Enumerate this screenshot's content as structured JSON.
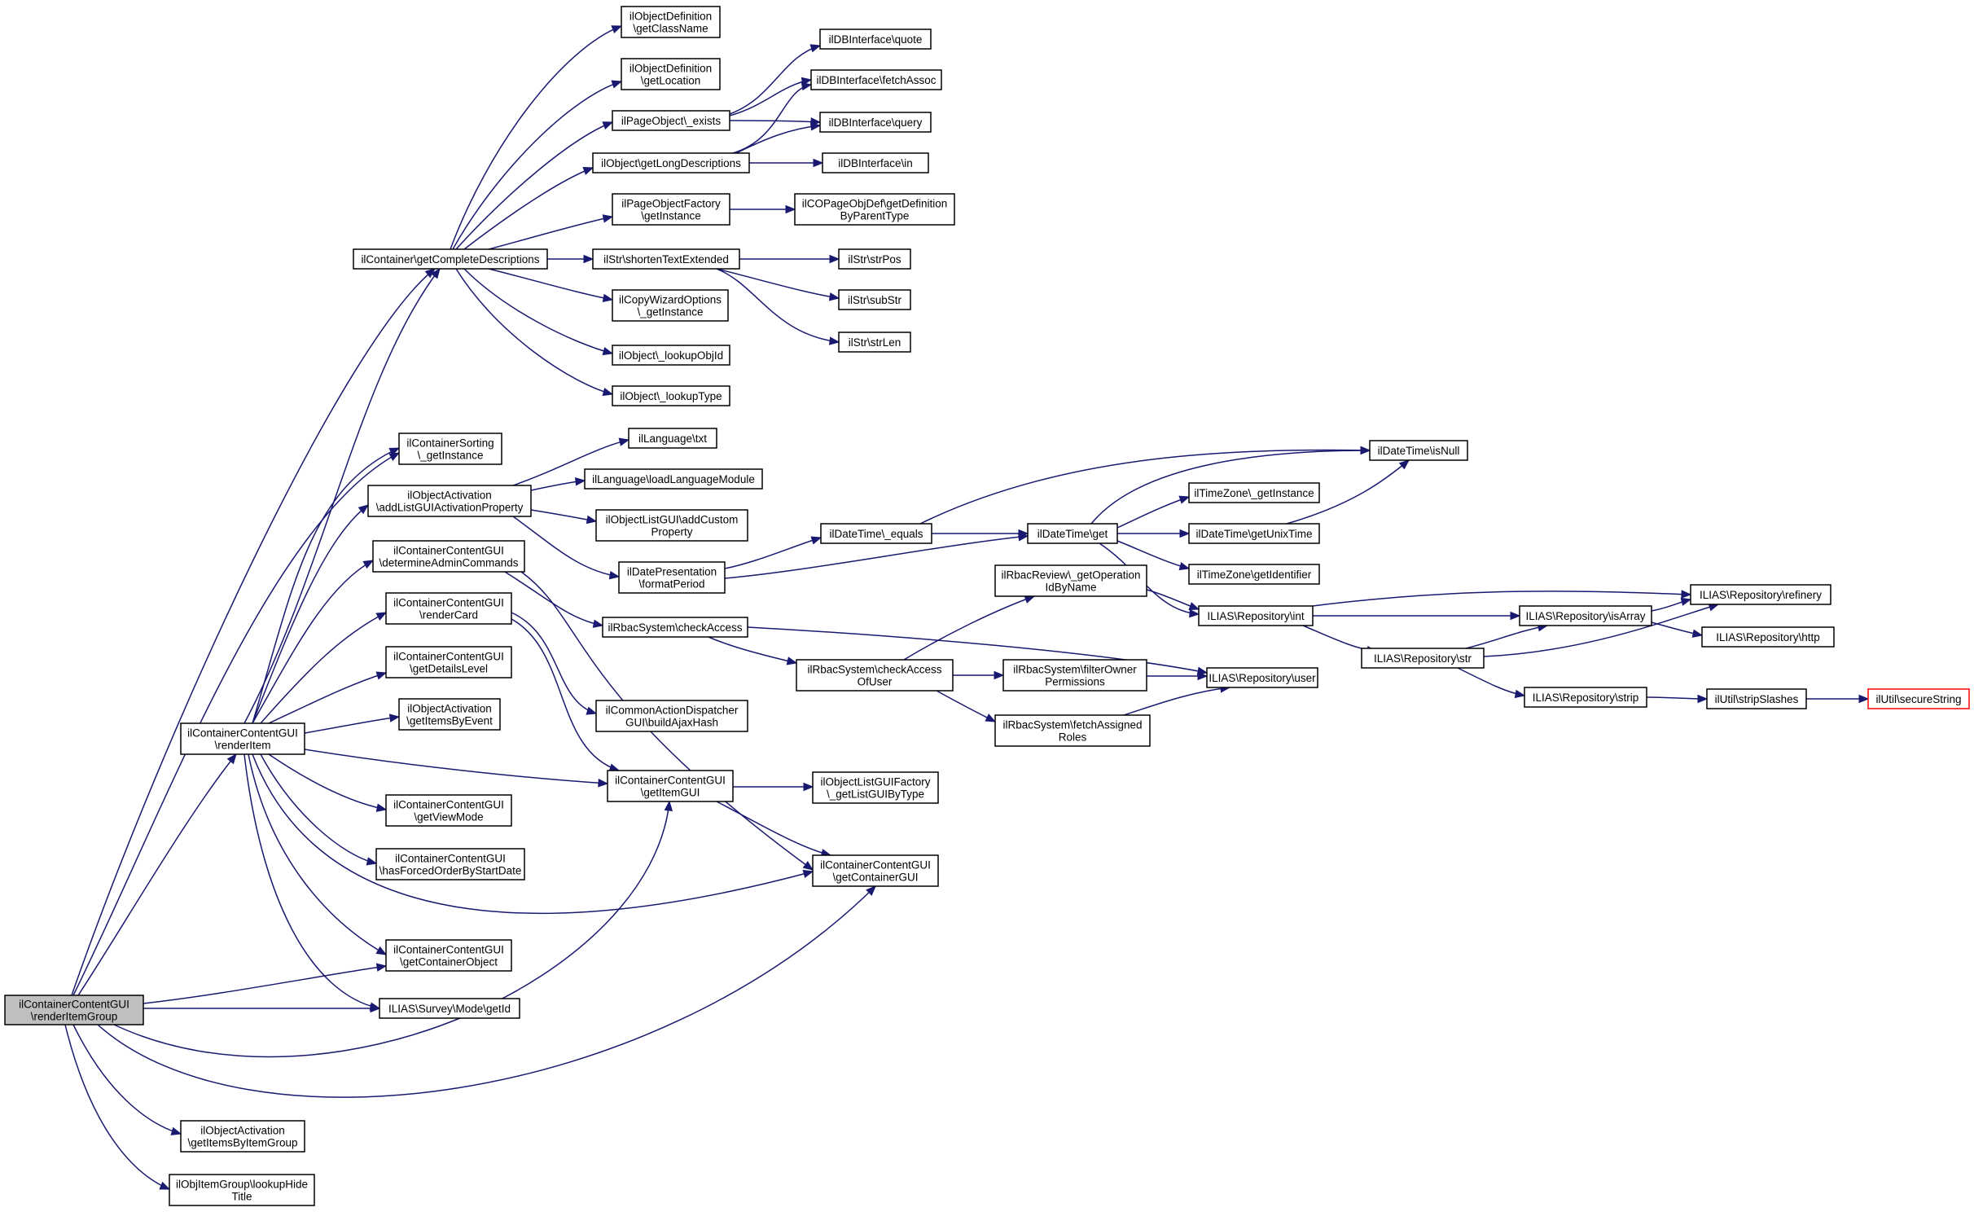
{
  "colors": {
    "edge": "#191970",
    "root_fill": "#bfbfbf",
    "node_fill": "#ffffff",
    "node_stroke": "#000000",
    "truncated_stroke": "#ff0000"
  },
  "nodes": {
    "renderItemGroup": [
      "ilContainerContentGUI",
      "\\renderItemGroup"
    ],
    "getCompleteDescriptions": [
      "ilContainer\\getCompleteDescriptions"
    ],
    "getClassName": [
      "ilObjectDefinition",
      "\\getClassName"
    ],
    "getLocation": [
      "ilObjectDefinition",
      "\\getLocation"
    ],
    "pageExists": [
      "ilPageObject\\_exists"
    ],
    "getLongDescriptions": [
      "ilObject\\getLongDescriptions"
    ],
    "pofGetInstance": [
      "ilPageObjectFactory",
      "\\getInstance"
    ],
    "shortenTextExtended": [
      "ilStr\\shortenTextExtended"
    ],
    "cwoGetInstance": [
      "ilCopyWizardOptions",
      "\\_getInstance"
    ],
    "lookupObjId": [
      "ilObject\\_lookupObjId"
    ],
    "lookupType": [
      "ilObject\\_lookupType"
    ],
    "dbQuote": [
      "ilDBInterface\\quote"
    ],
    "dbFetchAssoc": [
      "ilDBInterface\\fetchAssoc"
    ],
    "dbQuery": [
      "ilDBInterface\\query"
    ],
    "dbIn": [
      "ilDBInterface\\in"
    ],
    "copgGetDef": [
      "ilCOPageObjDef\\getDefinition",
      "ByParentType"
    ],
    "strPos": [
      "ilStr\\strPos"
    ],
    "subStr": [
      "ilStr\\subStr"
    ],
    "strLen": [
      "ilStr\\strLen"
    ],
    "sortingGetInstance": [
      "ilContainerSorting",
      "\\_getInstance"
    ],
    "addListGUIActivation": [
      "ilObjectActivation",
      "\\addListGUIActivationProperty"
    ],
    "determineAdminCommands": [
      "ilContainerContentGUI",
      "\\determineAdminCommands"
    ],
    "renderCard": [
      "ilContainerContentGUI",
      "\\renderCard"
    ],
    "getDetailsLevel": [
      "ilContainerContentGUI",
      "\\getDetailsLevel"
    ],
    "getItemsByEvent": [
      "ilObjectActivation",
      "\\getItemsByEvent"
    ],
    "renderItem": [
      "ilContainerContentGUI",
      "\\renderItem"
    ],
    "getViewMode": [
      "ilContainerContentGUI",
      "\\getViewMode"
    ],
    "hasForcedOrder": [
      "ilContainerContentGUI",
      "\\hasForcedOrderByStartDate"
    ],
    "getContainerObject": [
      "ilContainerContentGUI",
      "\\getContainerObject"
    ],
    "surveyGetId": [
      "ILIAS\\Survey\\Mode\\getId"
    ],
    "getItemsByItemGroup": [
      "ilObjectActivation",
      "\\getItemsByItemGroup"
    ],
    "lookupHideTitle": [
      "ilObjItemGroup\\lookupHide",
      "Title"
    ],
    "langTxt": [
      "ilLanguage\\txt"
    ],
    "loadLanguageModule": [
      "ilLanguage\\loadLanguageModule"
    ],
    "addCustomProperty": [
      "ilObjectListGUI\\addCustom",
      "Property"
    ],
    "formatPeriod": [
      "ilDatePresentation",
      "\\formatPeriod"
    ],
    "rbacCheckAccess": [
      "ilRbacSystem\\checkAccess"
    ],
    "buildAjaxHash": [
      "ilCommonActionDispatcher",
      "GUI\\buildAjaxHash"
    ],
    "getItemGUI": [
      "ilContainerContentGUI",
      "\\getItemGUI"
    ],
    "getListGUIByType": [
      "ilObjectListGUIFactory",
      "\\_getListGUIByType"
    ],
    "getContainerGUI": [
      "ilContainerContentGUI",
      "\\getContainerGUI"
    ],
    "dtEquals": [
      "ilDateTime\\_equals"
    ],
    "dtGet": [
      "ilDateTime\\get"
    ],
    "dtIsNull": [
      "ilDateTime\\isNull"
    ],
    "tzGetInstance": [
      "ilTimeZone\\_getInstance"
    ],
    "dtGetUnixTime": [
      "ilDateTime\\getUnixTime"
    ],
    "tzGetIdentifier": [
      "ilTimeZone\\getIdentifier"
    ],
    "getOperationIdByName": [
      "ilRbacReview\\_getOperation",
      "IdByName"
    ],
    "checkAccessOfUser": [
      "ilRbacSystem\\checkAccess",
      "OfUser"
    ],
    "filterOwnerPermissions": [
      "ilRbacSystem\\filterOwner",
      "Permissions"
    ],
    "fetchAssignedRoles": [
      "ilRbacSystem\\fetchAssigned",
      "Roles"
    ],
    "repoInt": [
      "ILIAS\\Repository\\int"
    ],
    "repoUser": [
      "ILIAS\\Repository\\user"
    ],
    "repoIsArray": [
      "ILIAS\\Repository\\isArray"
    ],
    "repoStr": [
      "ILIAS\\Repository\\str"
    ],
    "repoStrip": [
      "ILIAS\\Repository\\strip"
    ],
    "repoRefinery": [
      "ILIAS\\Repository\\refinery"
    ],
    "repoHttp": [
      "ILIAS\\Repository\\http"
    ],
    "stripSlashes": [
      "ilUtil\\stripSlashes"
    ],
    "secureString": [
      "ilUtil\\secureString"
    ]
  }
}
